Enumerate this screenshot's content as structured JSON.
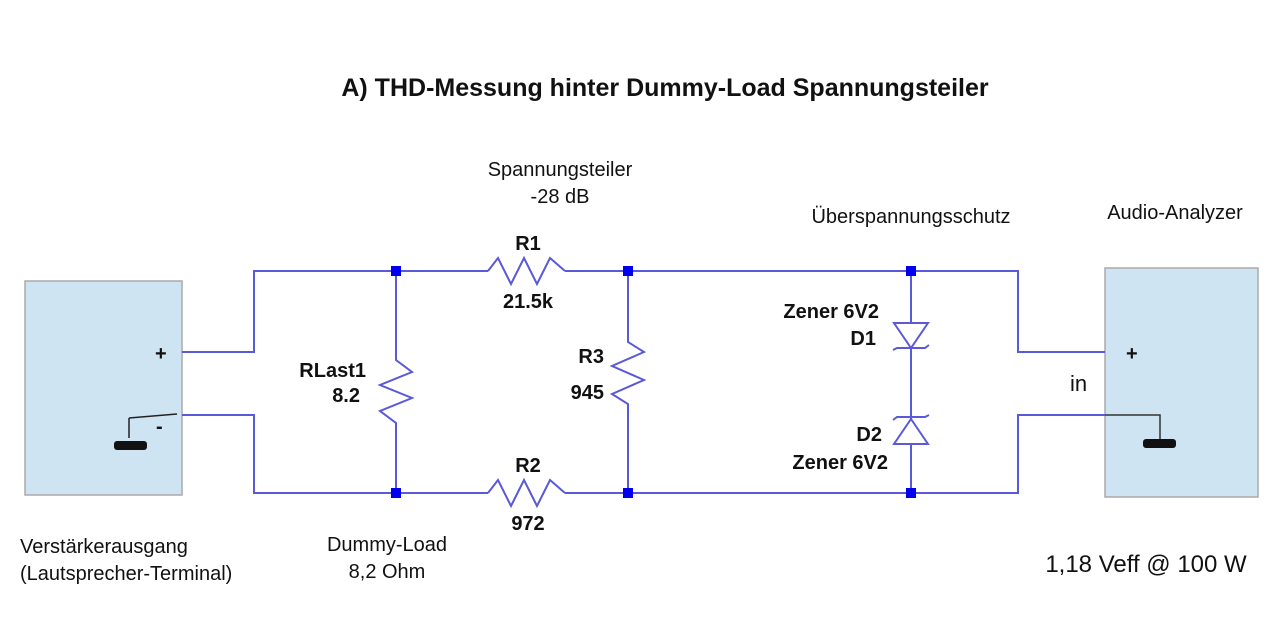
{
  "title": "A) THD-Messung hinter Dummy-Load Spannungsteiler",
  "colors": {
    "wire": "#5a5ad8",
    "node": "#0000ee",
    "box": "#cfe4f3",
    "box_border": "#aaaaaa"
  },
  "divider": {
    "label": "Spannungsteiler",
    "gain": "-28 dB"
  },
  "protection_label": "Überspannungsschutz",
  "analyzer_label": "Audio-Analyzer",
  "amp": {
    "plus": "+",
    "minus": "-",
    "label_line1": "Verstärkerausgang",
    "label_line2": "(Lautsprecher-Terminal)"
  },
  "analyzer": {
    "plus": "+",
    "input": "in",
    "level": "1,18 Veff @ 100 W"
  },
  "dummy_load": {
    "label_line1": "Dummy-Load",
    "label_line2": "8,2 Ohm"
  },
  "components": {
    "rlast": {
      "name": "RLast1",
      "value": "8.2"
    },
    "r1": {
      "name": "R1",
      "value": "21.5k"
    },
    "r2": {
      "name": "R2",
      "value": "972"
    },
    "r3": {
      "name": "R3",
      "value": "945"
    },
    "d1": {
      "name": "D1",
      "type": "Zener 6V2"
    },
    "d2": {
      "name": "D2",
      "type": "Zener 6V2"
    }
  }
}
